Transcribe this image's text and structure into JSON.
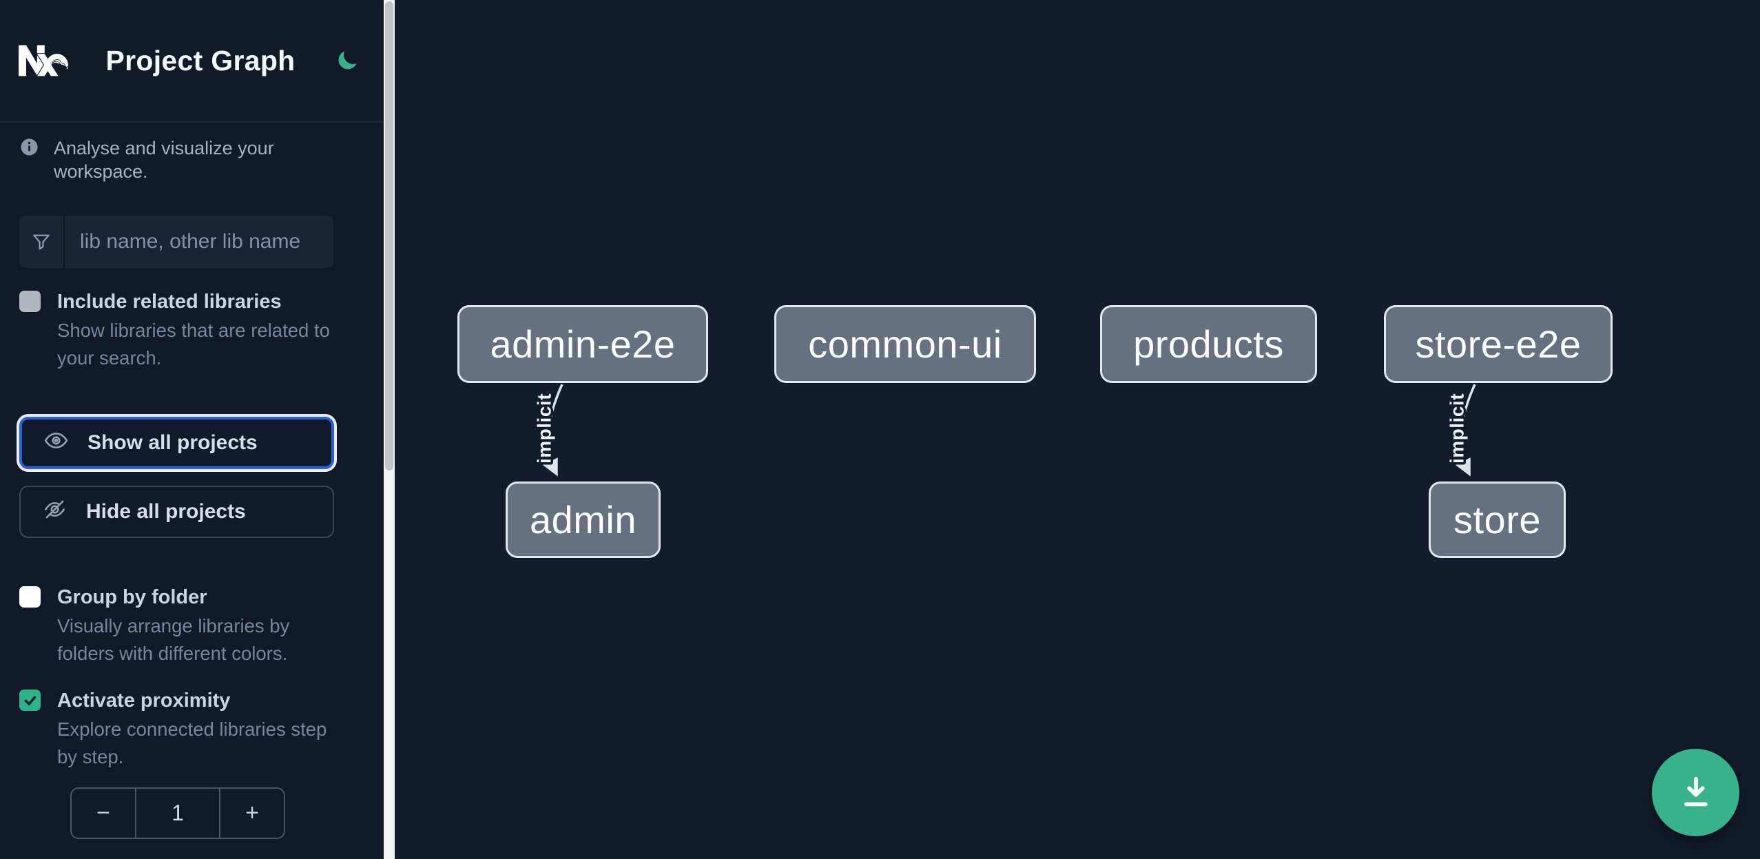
{
  "app": {
    "title": "Project Graph",
    "info": "Analyse and visualize your workspace."
  },
  "search": {
    "placeholder": "lib name, other lib name",
    "value": ""
  },
  "options": [
    {
      "label": "Include related libraries",
      "description": "Show libraries that are related to your search.",
      "checked": false,
      "disabled": true
    },
    {
      "label": "Group by folder",
      "description": "Visually arrange libraries by folders with different colors.",
      "checked": false
    },
    {
      "label": "Activate proximity",
      "description": "Explore connected libraries step by step.",
      "checked": true
    }
  ],
  "buttons": {
    "show_all": "Show all projects",
    "hide_all": "Hide all projects"
  },
  "proximity_stepper": {
    "decrement": "−",
    "value": "1",
    "increment": "+"
  },
  "graph": {
    "nodes": [
      {
        "label": "admin-e2e"
      },
      {
        "label": "common-ui"
      },
      {
        "label": "products"
      },
      {
        "label": "store-e2e"
      },
      {
        "label": "admin"
      },
      {
        "label": "store"
      }
    ],
    "edges": [
      {
        "from": "admin-e2e",
        "to": "admin",
        "label": "implicit"
      },
      {
        "from": "store-e2e",
        "to": "store",
        "label": "implicit"
      }
    ]
  },
  "colors": {
    "accent_green": "#37b28a",
    "focus_blue": "#2b61d6",
    "node_fill": "#667080",
    "node_border": "#e4e8ee",
    "sidebar_bg": "#121928",
    "canvas_bg": "#131b2c",
    "checkbox_checked": "#2eb389"
  }
}
